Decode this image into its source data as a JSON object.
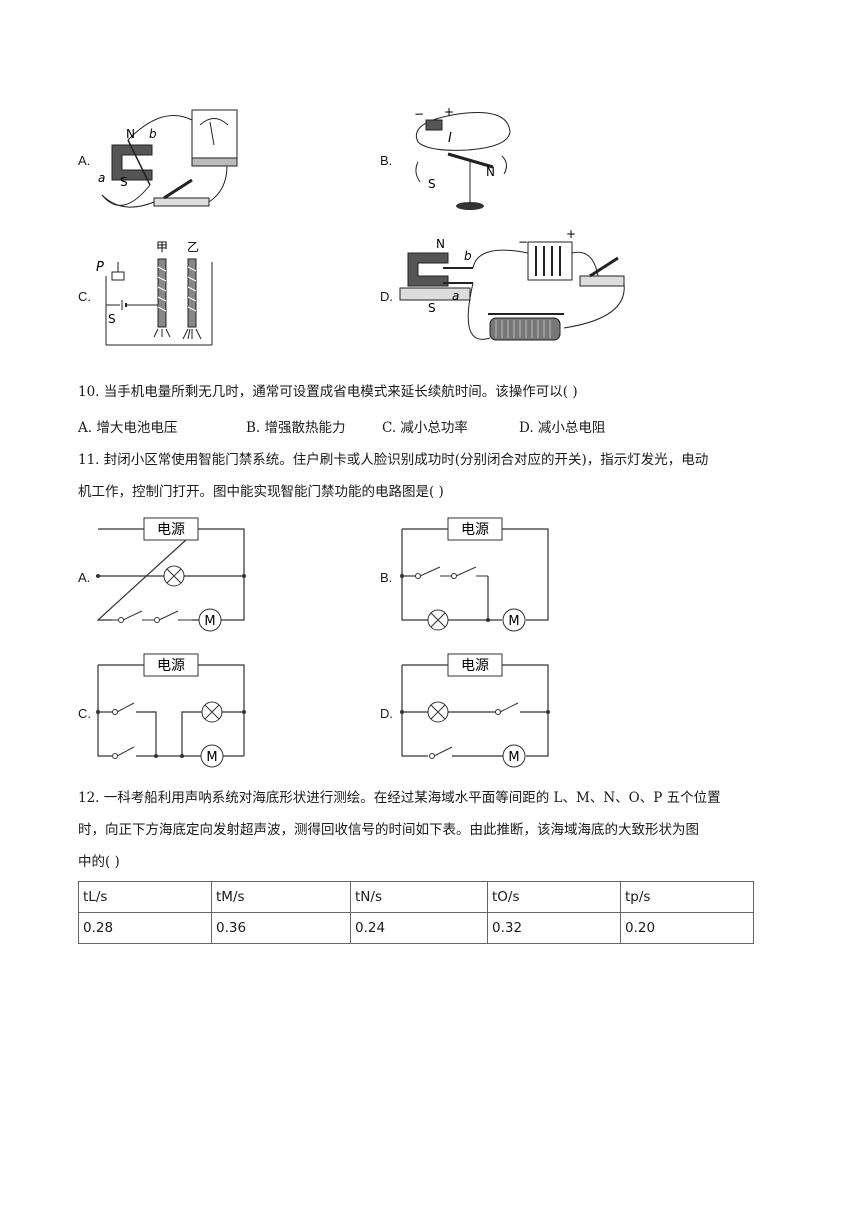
{
  "q9": {
    "options": [
      {
        "letter": "A.",
        "marks": {
          "n": "N",
          "s": "S",
          "a": "a",
          "b": "b"
        }
      },
      {
        "letter": "B.",
        "marks": {
          "current": "I",
          "minus": "−",
          "plus": "+",
          "s": "S",
          "n": "N"
        }
      },
      {
        "letter": "C.",
        "marks": {
          "p": "P",
          "s": "S",
          "jia": "甲",
          "yi": "乙"
        }
      },
      {
        "letter": "D.",
        "marks": {
          "n": "N",
          "s": "S",
          "a": "a",
          "b": "b",
          "minus": "−",
          "plus": "+"
        }
      }
    ]
  },
  "q10": {
    "text": "10. 当手机电量所剩无几时，通常可设置成省电模式来延长续航时间。该操作可以(    )",
    "options": [
      "A. 增大电池电压",
      "B. 增强散热能力",
      "C. 减小总功率",
      "D. 减小总电阻"
    ]
  },
  "q11": {
    "line1": "11. 封闭小区常使用智能门禁系统。住户刷卡或人脸识别成功时(分别闭合对应的开关)，指示灯发光，电动",
    "line2": "机工作，控制门打开。图中能实现智能门禁功能的电路图是(    )",
    "power_label": "电源",
    "motor_label": "M",
    "options": [
      "A.",
      "B.",
      "C.",
      "D."
    ]
  },
  "q12": {
    "line1": "12. 一科考船利用声呐系统对海底形状进行测绘。在经过某海域水平面等间距的 L、M、N、O、P 五个位置",
    "line2": "时，向正下方海底定向发射超声波，测得回收信号的时间如下表。由此推断，该海域海底的大致形状为图",
    "line3": "中的(    )",
    "table": {
      "headers": [
        "tL/s",
        "tM/s",
        "tN/s",
        "tO/s",
        "tp/s"
      ],
      "values": [
        "0.28",
        "0.36",
        "0.24",
        "0.32",
        "0.20"
      ]
    }
  }
}
